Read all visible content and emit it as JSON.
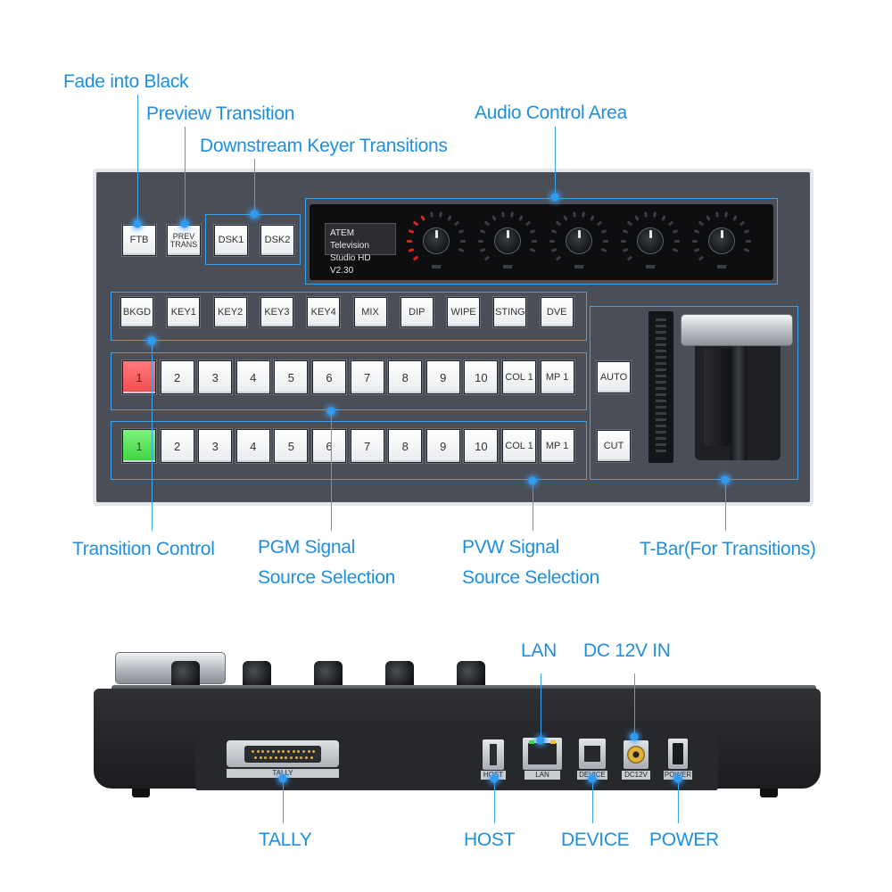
{
  "callouts": {
    "fade_into_black": "Fade into Black",
    "preview_transition": "Preview Transition",
    "dsk_transitions": "Downstream Keyer Transitions",
    "audio_control": "Audio Control Area",
    "transition_control": "Transition Control",
    "pgm_line1": "PGM Signal",
    "pgm_line2": "Source Selection",
    "pvw_line1": "PVW Signal",
    "pvw_line2": "Source Selection",
    "tbar": "T-Bar(For Transitions)",
    "lan": "LAN",
    "dc_in": "DC 12V IN",
    "tally": "TALLY",
    "host": "HOST",
    "device": "DEVICE",
    "power": "POWER"
  },
  "panel": {
    "ftb": "FTB",
    "prev_trans_1": "PREV",
    "prev_trans_2": "TRANS",
    "dsk1": "DSK1",
    "dsk2": "DSK2",
    "screen_line1": "ATEM Television",
    "screen_line2": "Studio HD V2.30",
    "transition_keys": [
      "BKGD",
      "KEY1",
      "KEY2",
      "KEY3",
      "KEY4",
      "MIX",
      "DIP",
      "WIPE",
      "STING",
      "DVE"
    ],
    "pgm_keys": [
      "1",
      "2",
      "3",
      "4",
      "5",
      "6",
      "7",
      "8",
      "9",
      "10",
      "COL 1",
      "MP 1"
    ],
    "pvw_keys": [
      "1",
      "2",
      "3",
      "4",
      "5",
      "6",
      "7",
      "8",
      "9",
      "10",
      "COL 1",
      "MP 1"
    ],
    "auto": "AUTO",
    "cut": "CUT"
  },
  "rear": {
    "tally_label": "TALLY",
    "host_label": "HOST",
    "lan_label": "LAN",
    "device_label": "DEVICE",
    "dc_label": "DC12V",
    "power_label": "POWER"
  },
  "colors": {
    "accent": "#1e8fe0",
    "pgm_active": "#f04c4c",
    "pvw_active": "#3ed43e",
    "panel": "#4a4e56"
  }
}
